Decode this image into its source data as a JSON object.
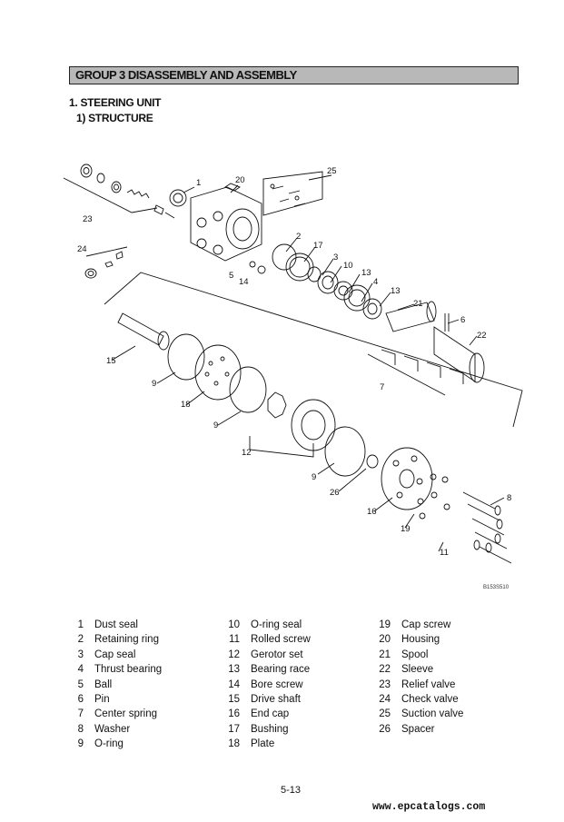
{
  "header": {
    "group_title": "GROUP 3 DISASSEMBLY AND ASSEMBLY",
    "section_title": "1. STEERING UNIT",
    "subsection_title": "1) STRUCTURE"
  },
  "diagram": {
    "figure_code": "B153S510",
    "callouts": [
      "1",
      "20",
      "25",
      "23",
      "2",
      "17",
      "3",
      "10",
      "13",
      "4",
      "13",
      "24",
      "5",
      "14",
      "21",
      "6",
      "22",
      "15",
      "9",
      "18",
      "7",
      "9",
      "12",
      "9",
      "26",
      "16",
      "19",
      "8",
      "11"
    ]
  },
  "parts_list": {
    "col1": [
      {
        "num": "1",
        "name": "Dust seal"
      },
      {
        "num": "2",
        "name": "Retaining ring"
      },
      {
        "num": "3",
        "name": "Cap seal"
      },
      {
        "num": "4",
        "name": "Thrust bearing"
      },
      {
        "num": "5",
        "name": "Ball"
      },
      {
        "num": "6",
        "name": "Pin"
      },
      {
        "num": "7",
        "name": "Center spring"
      },
      {
        "num": "8",
        "name": "Washer"
      },
      {
        "num": "9",
        "name": "O-ring"
      }
    ],
    "col2": [
      {
        "num": "10",
        "name": "O-ring seal"
      },
      {
        "num": "11",
        "name": "Rolled screw"
      },
      {
        "num": "12",
        "name": "Gerotor set"
      },
      {
        "num": "13",
        "name": "Bearing race"
      },
      {
        "num": "14",
        "name": "Bore screw"
      },
      {
        "num": "15",
        "name": "Drive shaft"
      },
      {
        "num": "16",
        "name": "End cap"
      },
      {
        "num": "17",
        "name": "Bushing"
      },
      {
        "num": "18",
        "name": "Plate"
      }
    ],
    "col3": [
      {
        "num": "19",
        "name": "Cap screw"
      },
      {
        "num": "20",
        "name": "Housing"
      },
      {
        "num": "21",
        "name": "Spool"
      },
      {
        "num": "22",
        "name": "Sleeve"
      },
      {
        "num": "23",
        "name": "Relief valve"
      },
      {
        "num": "24",
        "name": "Check valve"
      },
      {
        "num": "25",
        "name": "Suction valve"
      },
      {
        "num": "26",
        "name": "Spacer"
      }
    ]
  },
  "footer": {
    "page_number": "5-13",
    "url": "www.epcatalogs.com"
  }
}
